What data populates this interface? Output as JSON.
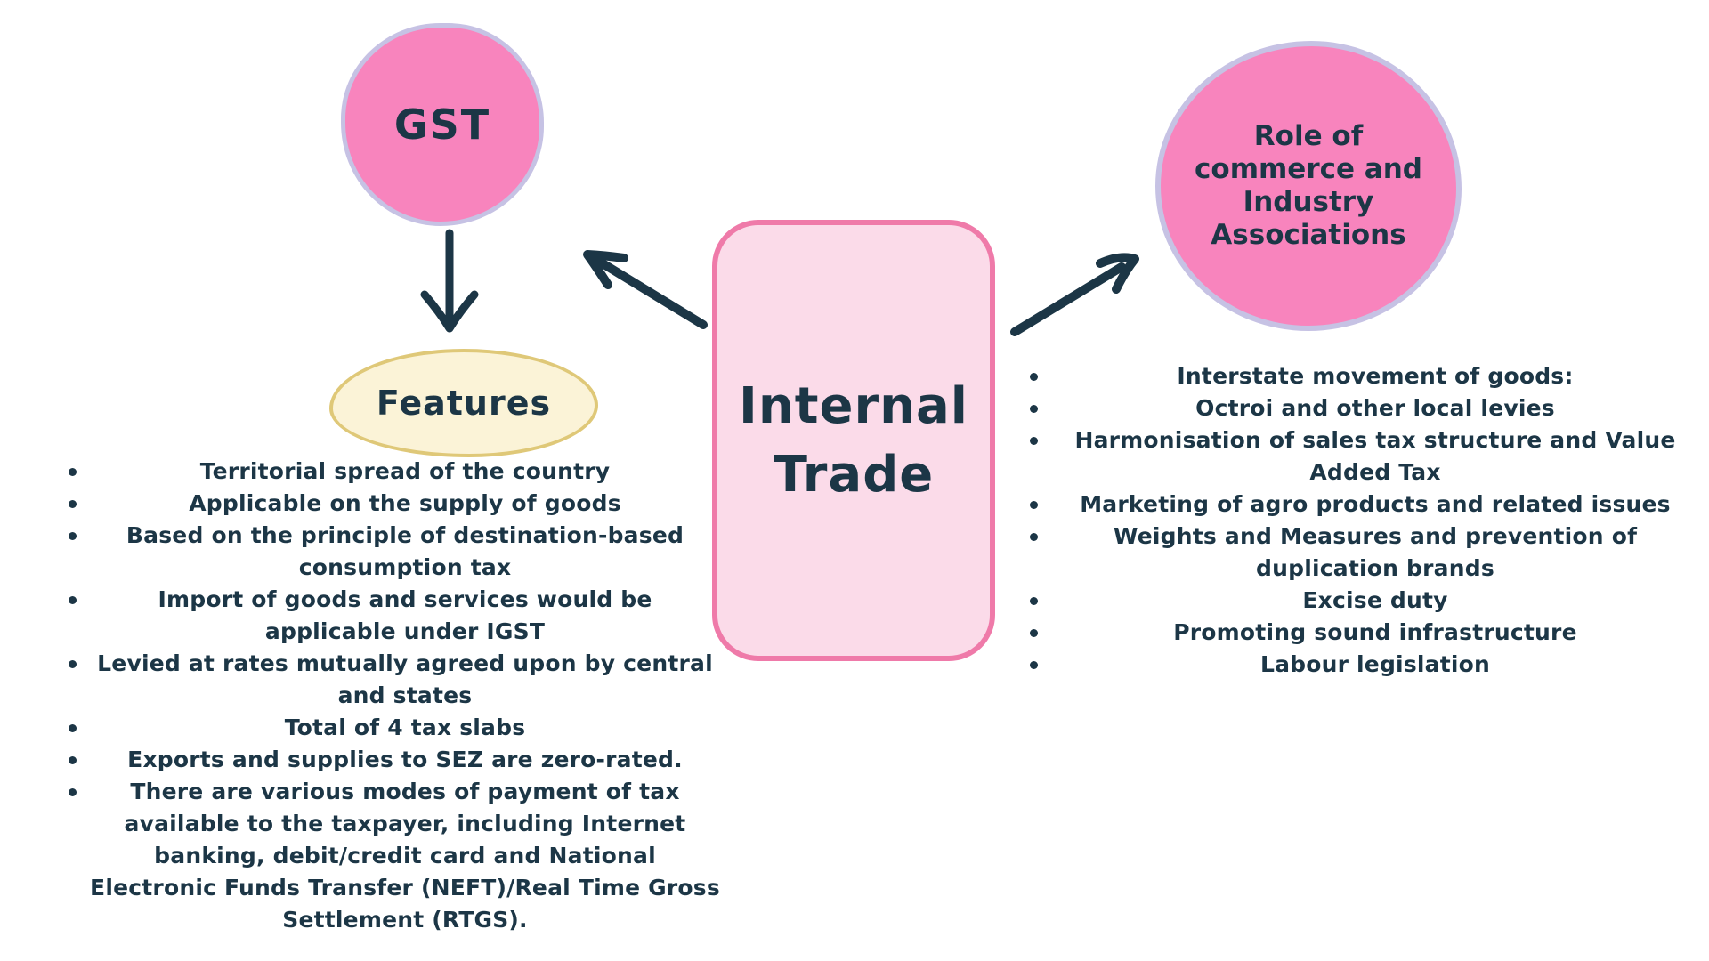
{
  "colors": {
    "background": "#ffffff",
    "node_pink_fill": "#f884bd",
    "node_pink_border": "#c6c2e4",
    "center_fill": "#fbdbe9",
    "center_border": "#ef7aa9",
    "features_fill": "#fbf3d7",
    "features_border": "#dfc878",
    "text": "#1c3646",
    "arrow": "#1c3646"
  },
  "center": {
    "lines": [
      "Internal",
      "Trade"
    ]
  },
  "gst": {
    "label": "GST"
  },
  "features": {
    "label": "Features",
    "items": [
      "Territorial spread of the country",
      "Applicable on the supply of goods",
      "Based on the principle of destination-based consumption tax",
      "Import of goods and services would be applicable under IGST",
      "Levied at rates mutually agreed upon by central and states",
      "Total of 4 tax slabs",
      "Exports and supplies to SEZ are zero-rated.",
      "There are various modes of payment of tax available to the taxpayer, including Internet banking, debit/credit card and National Electronic Funds Transfer (NEFT)/Real Time Gross Settlement (RTGS)."
    ]
  },
  "role": {
    "lines": [
      "Role of",
      "commerce and",
      "Industry",
      "Associations"
    ],
    "items": [
      "Interstate movement of goods:",
      "Octroi and other local levies",
      "Harmonisation of sales tax structure and Value Added Tax",
      "Marketing of agro products and related issues",
      "Weights and Measures and prevention of duplication brands",
      "Excise duty",
      "Promoting sound infrastructure",
      "Labour legislation"
    ]
  }
}
